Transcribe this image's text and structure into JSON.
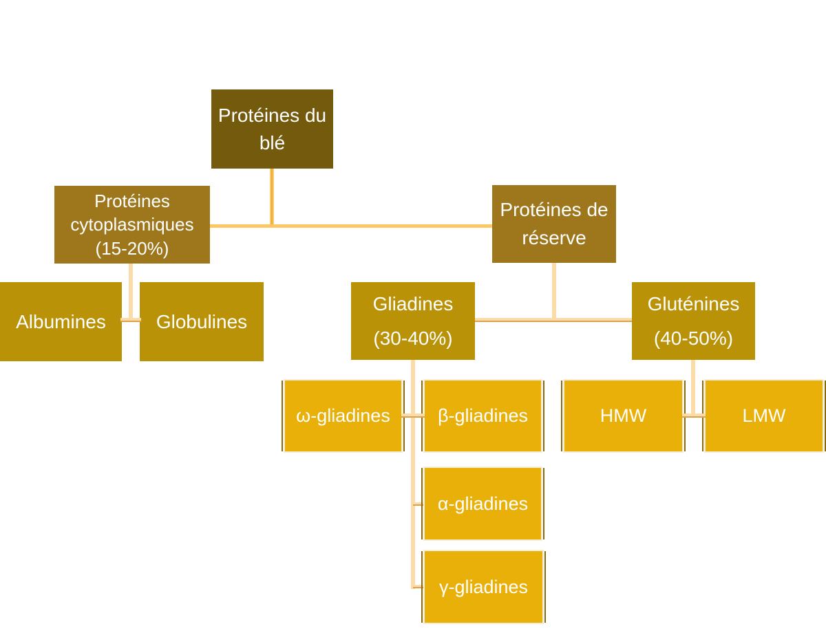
{
  "diagram": {
    "type": "hierarchy",
    "background_color": "#FFFFFF",
    "text_color": "#FFFFFF",
    "nodes": {
      "root": {
        "label": "Protéines du blé",
        "level": 1,
        "fill": "#745A0D"
      },
      "cytoplasmiques": {
        "label": "Protéines cytoplasmiques (15-20%)",
        "level": 2,
        "fill": "#9E771D"
      },
      "reserve": {
        "label": "Protéines de réserve",
        "level": 2,
        "fill": "#9E771D"
      },
      "albumines": {
        "label": "Albumines",
        "level": 3,
        "fill": "#B99207"
      },
      "globulines": {
        "label": "Globulines",
        "level": 3,
        "fill": "#B99207"
      },
      "gliadines": {
        "label": "Gliadines",
        "sublabel": "(30-40%)",
        "level": 3,
        "fill": "#B99207"
      },
      "glutenines": {
        "label": "Gluténines",
        "sublabel": "(40-50%)",
        "level": 3,
        "fill": "#B99207"
      },
      "omega_gliadines": {
        "label": "ω-gliadines",
        "level": 4,
        "fill": "#E9B009"
      },
      "beta_gliadines": {
        "label": "β-gliadines",
        "level": 4,
        "fill": "#E9B009"
      },
      "alpha_gliadines": {
        "label": "α-gliadines",
        "level": 4,
        "fill": "#E9B009"
      },
      "gamma_gliadines": {
        "label": "γ-gliadines",
        "level": 4,
        "fill": "#E9B009"
      },
      "hmw": {
        "label": "HMW",
        "level": 4,
        "fill": "#E9B009"
      },
      "lmw": {
        "label": "LMW",
        "level": 4,
        "fill": "#E9B009"
      }
    },
    "edges": [
      {
        "from": "root",
        "to": "cytoplasmiques"
      },
      {
        "from": "root",
        "to": "reserve"
      },
      {
        "from": "cytoplasmiques",
        "to": "albumines"
      },
      {
        "from": "cytoplasmiques",
        "to": "globulines"
      },
      {
        "from": "reserve",
        "to": "gliadines"
      },
      {
        "from": "reserve",
        "to": "glutenines"
      },
      {
        "from": "gliadines",
        "to": "omega_gliadines"
      },
      {
        "from": "gliadines",
        "to": "beta_gliadines"
      },
      {
        "from": "gliadines",
        "to": "alpha_gliadines"
      },
      {
        "from": "gliadines",
        "to": "gamma_gliadines"
      },
      {
        "from": "glutenines",
        "to": "hmw"
      },
      {
        "from": "glutenines",
        "to": "lmw"
      }
    ],
    "connector_colors": {
      "level1_line": "#FDC863",
      "level1_core": "#E9AA3E",
      "deep_line": "#FBDCA8",
      "deep_accent": "#DDA14A",
      "leaf_side_rule": "#8A690F",
      "leaf_outline": "#F6EDD6"
    }
  }
}
